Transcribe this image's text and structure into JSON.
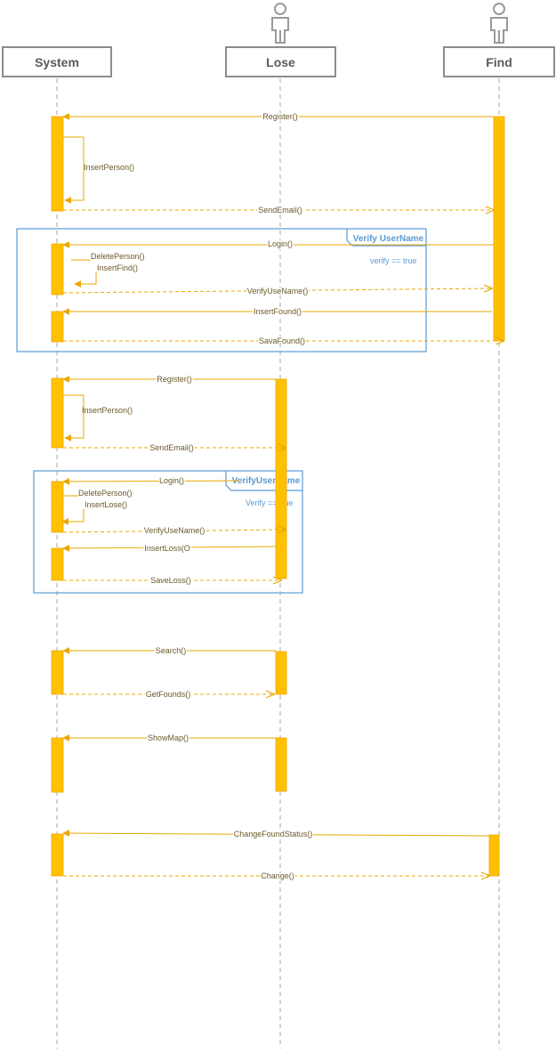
{
  "colors": {
    "activation": "#ffc000",
    "activation_border": "#f0a800",
    "message": "#eaa800",
    "message_text": "#6b5a2a",
    "lifeline": "#a8a8a8",
    "header_border": "#8c8c8c",
    "header_text": "#5a5a5a",
    "frame": "#5b9bd5",
    "frame_text": "#5b9bd5"
  },
  "lifelines": [
    {
      "id": "system",
      "name": "System",
      "actor": false,
      "icon": ""
    },
    {
      "id": "lose",
      "name": "Lose",
      "actor": true,
      "icon": "actor-icon"
    },
    {
      "id": "find",
      "name": "Find",
      "actor": true,
      "icon": "actor-icon"
    }
  ],
  "messages": [
    {
      "label": "Register()",
      "style": "sync"
    },
    {
      "label": "InsertPerson()",
      "style": "self"
    },
    {
      "label": "SendEmail()",
      "style": "reply"
    },
    {
      "label": "Login()",
      "style": "sync"
    },
    {
      "label": "DeletePerson()",
      "style": "self-plain"
    },
    {
      "label": "InsertFind()",
      "style": "self"
    },
    {
      "label": "VerifyUseName()",
      "style": "reply"
    },
    {
      "label": "InsertFound()",
      "style": "sync"
    },
    {
      "label": "SavaFound()",
      "style": "reply"
    },
    {
      "label": "Register()",
      "style": "sync"
    },
    {
      "label": "InsertPerson()",
      "style": "self"
    },
    {
      "label": "SendEmail()",
      "style": "reply"
    },
    {
      "label": "Login()",
      "style": "sync"
    },
    {
      "label": "DeletePerson()",
      "style": "self-plain"
    },
    {
      "label": "InsertLose()",
      "style": "self"
    },
    {
      "label": "VerifyUseName()",
      "style": "reply"
    },
    {
      "label": "InsertLoss(O",
      "style": "sync"
    },
    {
      "label": "SaveLoss()",
      "style": "reply"
    },
    {
      "label": "Search()",
      "style": "sync"
    },
    {
      "label": "GetFounds()",
      "style": "reply"
    },
    {
      "label": "ShowMap()",
      "style": "sync"
    },
    {
      "label": "ChangeFoundStatus()",
      "style": "sync"
    },
    {
      "label": "Change()",
      "style": "reply"
    }
  ],
  "frames": [
    {
      "title": "Verify UserName",
      "guard": "verify == true"
    },
    {
      "title": "VerifyUserName",
      "guard": "Verify == true"
    }
  ]
}
